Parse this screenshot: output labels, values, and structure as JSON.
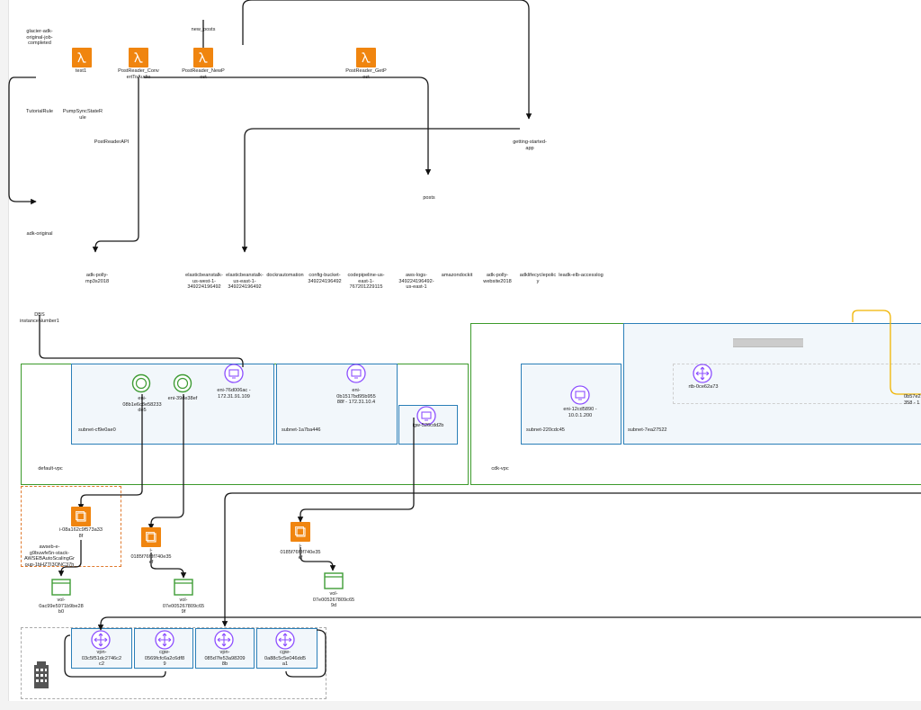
{
  "colors": {
    "lambda": "#f0850f",
    "green": "#3f9c35",
    "pink": "#e7366f",
    "purple": "#8c4fff",
    "blue": "#3b48cc",
    "orange_dark": "#e0641d"
  },
  "nodes": {
    "glacier": "glacier-adk-\noriginal-job-\ncompleted",
    "new_posts": "new_posts",
    "lambda1": "test1",
    "lambda2": "PostReader_Conv\nertToAudio",
    "lambda3": "PostReader_NewP\nost",
    "lambda4": "PostReader_GetP\nost",
    "rule1": "TutorialRule",
    "rule2": "PumpSyncStateR\nule",
    "api": "PostReaderAPI",
    "app": "getting-started-\napp",
    "posts": "posts",
    "bucket_adk": "adk-original",
    "bucket_polly": "adk-polly-\nmp3s2018",
    "b1": "elasticbeanstalk-\nus-west-1-\n349224196492",
    "b2": "elasticbeanstalk-\nus-east-1-\n349224196492",
    "b3": "dockrautomation",
    "b4": "config-bucket-\n349224196492",
    "b5": "codepipeline-us-\neast-1-\n767201229115",
    "b6": "aws-logs-\n349224196492-\nus-east-1",
    "b7": "amazondockit",
    "b8": "adk-polly-\nwebsite2018",
    "b9": "adklifecyclepolic\ny",
    "b10": "leadk-elb-accesslog",
    "dbs": "DBS\ninstanceNumber1",
    "eni_a": "eni-\n08b1e6c8e58233\nde5",
    "eni_b": "eni-39de38ef",
    "eni_c": "eni-76d006ac -\n172.31.91.109",
    "eni_d": "eni-\n0b1517bd95b955\n88f - 172.31.10.4",
    "eni_e": "eni-12cd5890 -\n10.0.1.200",
    "subnet1": "subnet-cf9e0ae0",
    "subnet2": "subnet-1a7ba446",
    "subnet3": "subnet-220cdc45",
    "subnet4": "subnet-7ea27522",
    "igw": "igw-526cdd2b",
    "rtb": "rtb-0ce62a73",
    "cut1": "0b57e2",
    "cut2": "358 - 1",
    "default_vpc": "default-vpc",
    "cdk_vpc": "cdk-vpc",
    "asg": "awseb-e-\ng9buwfe5n-stack-\nAWSEBAutoScalingGr\noup-1bHZTI3ONC37h",
    "inst1": "i-08a162c9f573a33\n8f",
    "inst2": "i-\n0185f76f8f740e35\nef",
    "inst3": "i-\n0185f76f8f740e35\nef",
    "vol1": "vol-\n0ac99e5971b9be28\nb0",
    "vol2": "vol-\n07e005267809c65\n9f",
    "vol3": "vol-\n07e005267809c65\n9d",
    "vpn1": "vpn-\n03c5f51dc2746c2\nc2",
    "cgw1": "cgw-\n0569fcfc6a2c6df8\n9",
    "vpn2": "vpn-\n085d7fe53a98209\n8b",
    "cgw2": "cgw-\n0a88c5c5e046dd5\na1"
  }
}
